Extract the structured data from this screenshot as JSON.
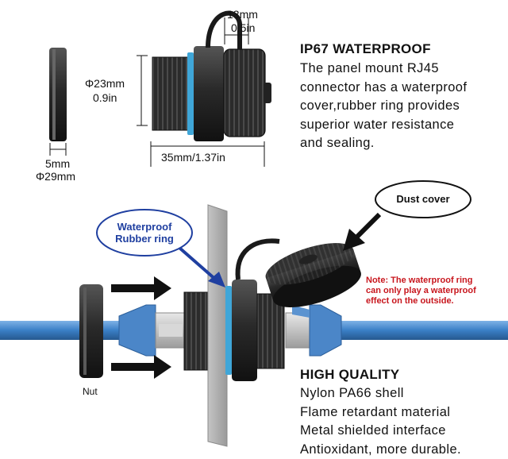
{
  "dimensions": {
    "nut_thickness": "5mm",
    "nut_diameter": "Φ29mm",
    "body_diameter_mm": "Φ23mm",
    "body_diameter_in": "0.9in",
    "cap_depth_mm": "13mm",
    "cap_depth_in": "0.5in",
    "total_length": "35mm/1.37in"
  },
  "waterproof_block": {
    "title": "IP67 WATERPROOF",
    "lines": [
      "The panel mount RJ45",
      "connector has a waterproof",
      "cover,rubber ring provides",
      "superior water resistance",
      "and sealing."
    ]
  },
  "callouts": {
    "dust_cover": "Dust cover",
    "rubber_ring_line1": "Waterproof",
    "rubber_ring_line2": "Rubber ring",
    "nut": "Nut"
  },
  "note": {
    "lines": [
      "Note: The waterproof ring",
      "can only play a waterproof",
      "effect on the outside."
    ]
  },
  "quality_block": {
    "title": "HIGH QUALITY",
    "lines": [
      "Nylon PA66 shell",
      "Flame retardant material",
      "Metal shielded interface",
      "Antioxidant, more durable."
    ]
  },
  "colors": {
    "cable_blue": "#3a7fc6",
    "ring_blue": "#3fa6d8",
    "callout_blue": "#1f3fa0",
    "note_red": "#c8161d",
    "panel_gray": "#a9a9a9",
    "connector_black": "#1f1f1f"
  }
}
